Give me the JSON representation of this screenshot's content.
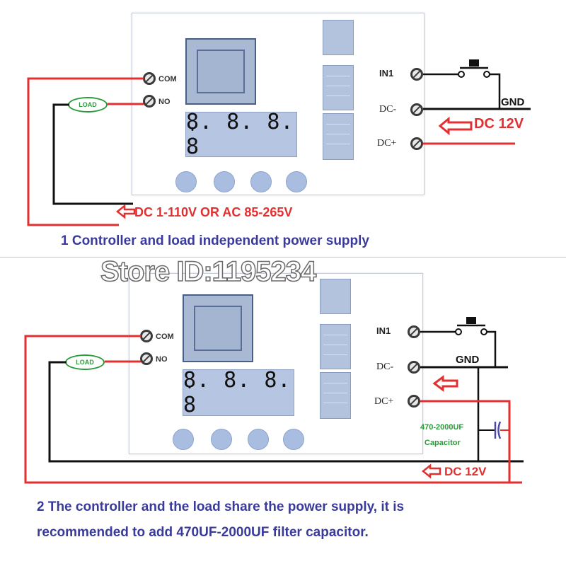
{
  "pins": {
    "com": "COM",
    "no": "NO",
    "in1": "IN1",
    "dc_minus": "DC-",
    "dc_plus": "DC+"
  },
  "display_text": "8. 8. 8. 8",
  "load_label": "LOAD",
  "gnd_label": "GND",
  "top": {
    "dc_in_label": "DC 12V",
    "load_supply_label": "DC 1-110V OR AC 85-265V",
    "caption": "1 Controller and load independent power supply"
  },
  "watermark": "Store ID:1195234",
  "bottom": {
    "dc_in_label": "DC 12V",
    "capacitor_value": "470-2000UF",
    "capacitor_word": "Capacitor",
    "caption_line1": "2 The controller and the load share the power supply, it is",
    "caption_line2": "recommended to add 470UF-2000UF filter capacitor."
  },
  "colors": {
    "wire_red": "#e23030",
    "wire_black": "#111111",
    "load_green": "#2a9a3a",
    "caption_blue": "#3a3a9a"
  }
}
